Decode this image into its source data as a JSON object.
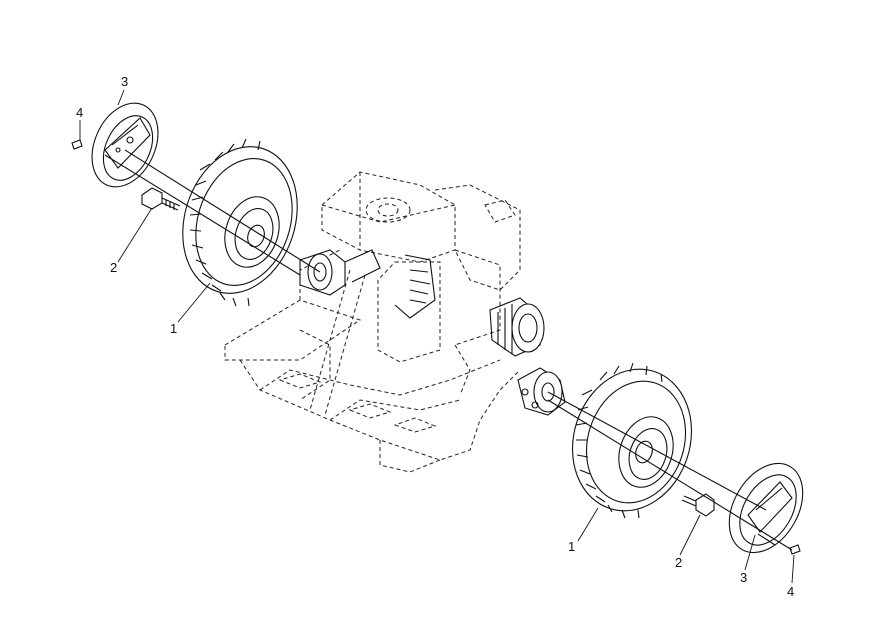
{
  "diagram": {
    "callouts": {
      "left_tire": "1",
      "left_bolt": "2",
      "left_cover": "3",
      "left_pin": "4",
      "right_tire": "1",
      "right_bolt": "2",
      "right_cover": "3",
      "right_pin": "4"
    }
  }
}
